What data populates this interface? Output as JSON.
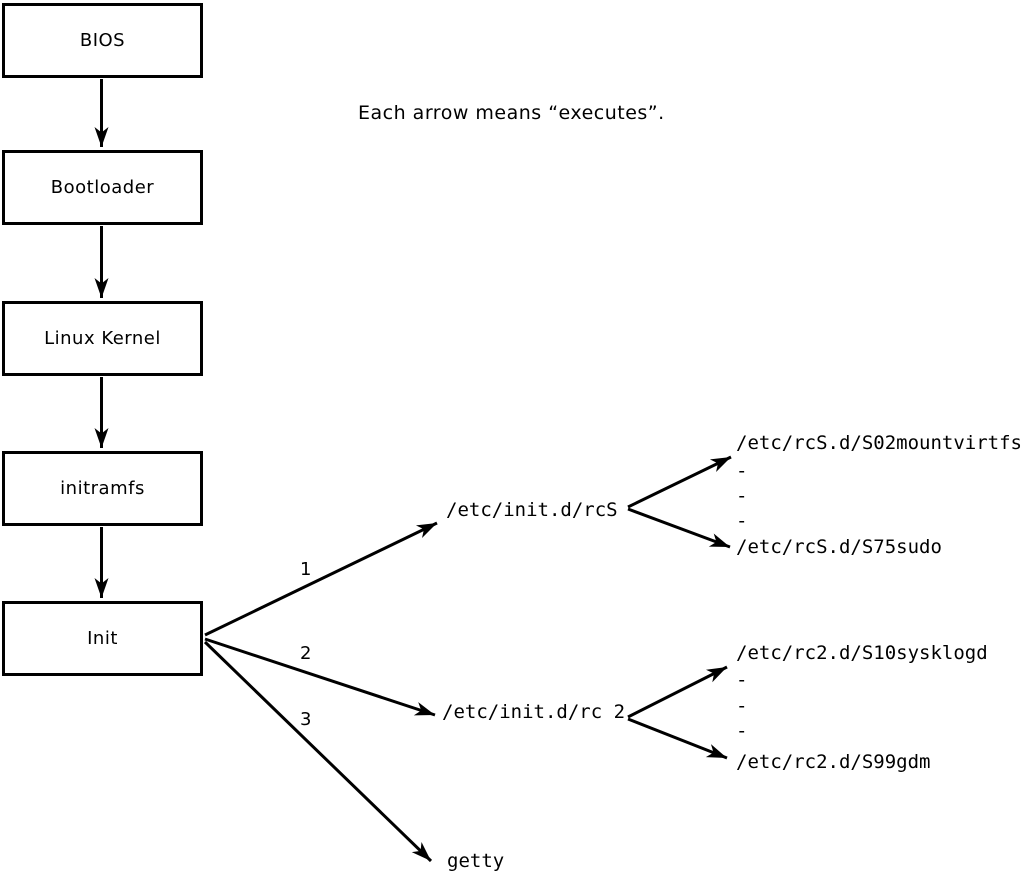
{
  "note": "Each arrow means “executes”.",
  "legend": {
    "arrow_meaning": "executes"
  },
  "chain": [
    {
      "label": "BIOS"
    },
    {
      "label": "Bootloader"
    },
    {
      "label": "Linux Kernel"
    },
    {
      "label": "initramfs"
    },
    {
      "label": "Init"
    }
  ],
  "branches": [
    {
      "number": "1",
      "target": "/etc/init.d/rcS",
      "children": [
        "/etc/rcS.d/S02mountvirtfs",
        "-",
        "-",
        "-",
        "/etc/rcS.d/S75sudo"
      ]
    },
    {
      "number": "2",
      "target": "/etc/init.d/rc 2",
      "children": [
        "/etc/rc2.d/S10sysklogd",
        "-",
        "-",
        "-",
        "/etc/rc2.d/S99gdm"
      ]
    },
    {
      "number": "3",
      "target": "getty",
      "children": []
    }
  ],
  "colors": {
    "line": "#000000",
    "background": "#ffffff",
    "text": "#000000"
  }
}
